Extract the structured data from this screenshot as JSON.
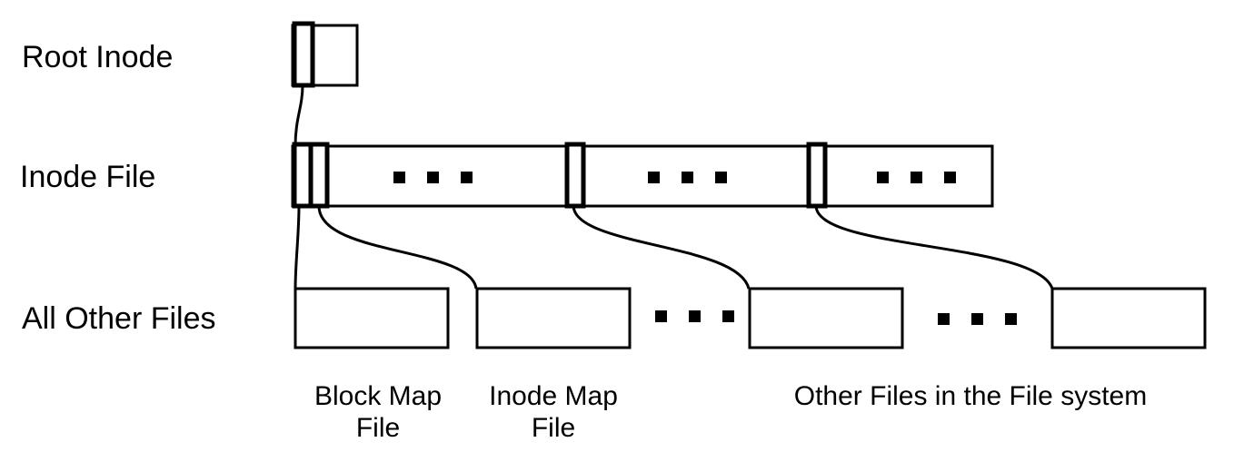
{
  "rows": {
    "root_inode": "Root Inode",
    "inode_file": "Inode File",
    "all_other_files": "All Other Files"
  },
  "captions": {
    "block_map_line1": "Block Map",
    "block_map_line2": "File",
    "inode_map_line1": "Inode Map",
    "inode_map_line2": "File",
    "other_files": "Other Files in the File system"
  },
  "ellipsis_symbol": "■ ■ ■"
}
